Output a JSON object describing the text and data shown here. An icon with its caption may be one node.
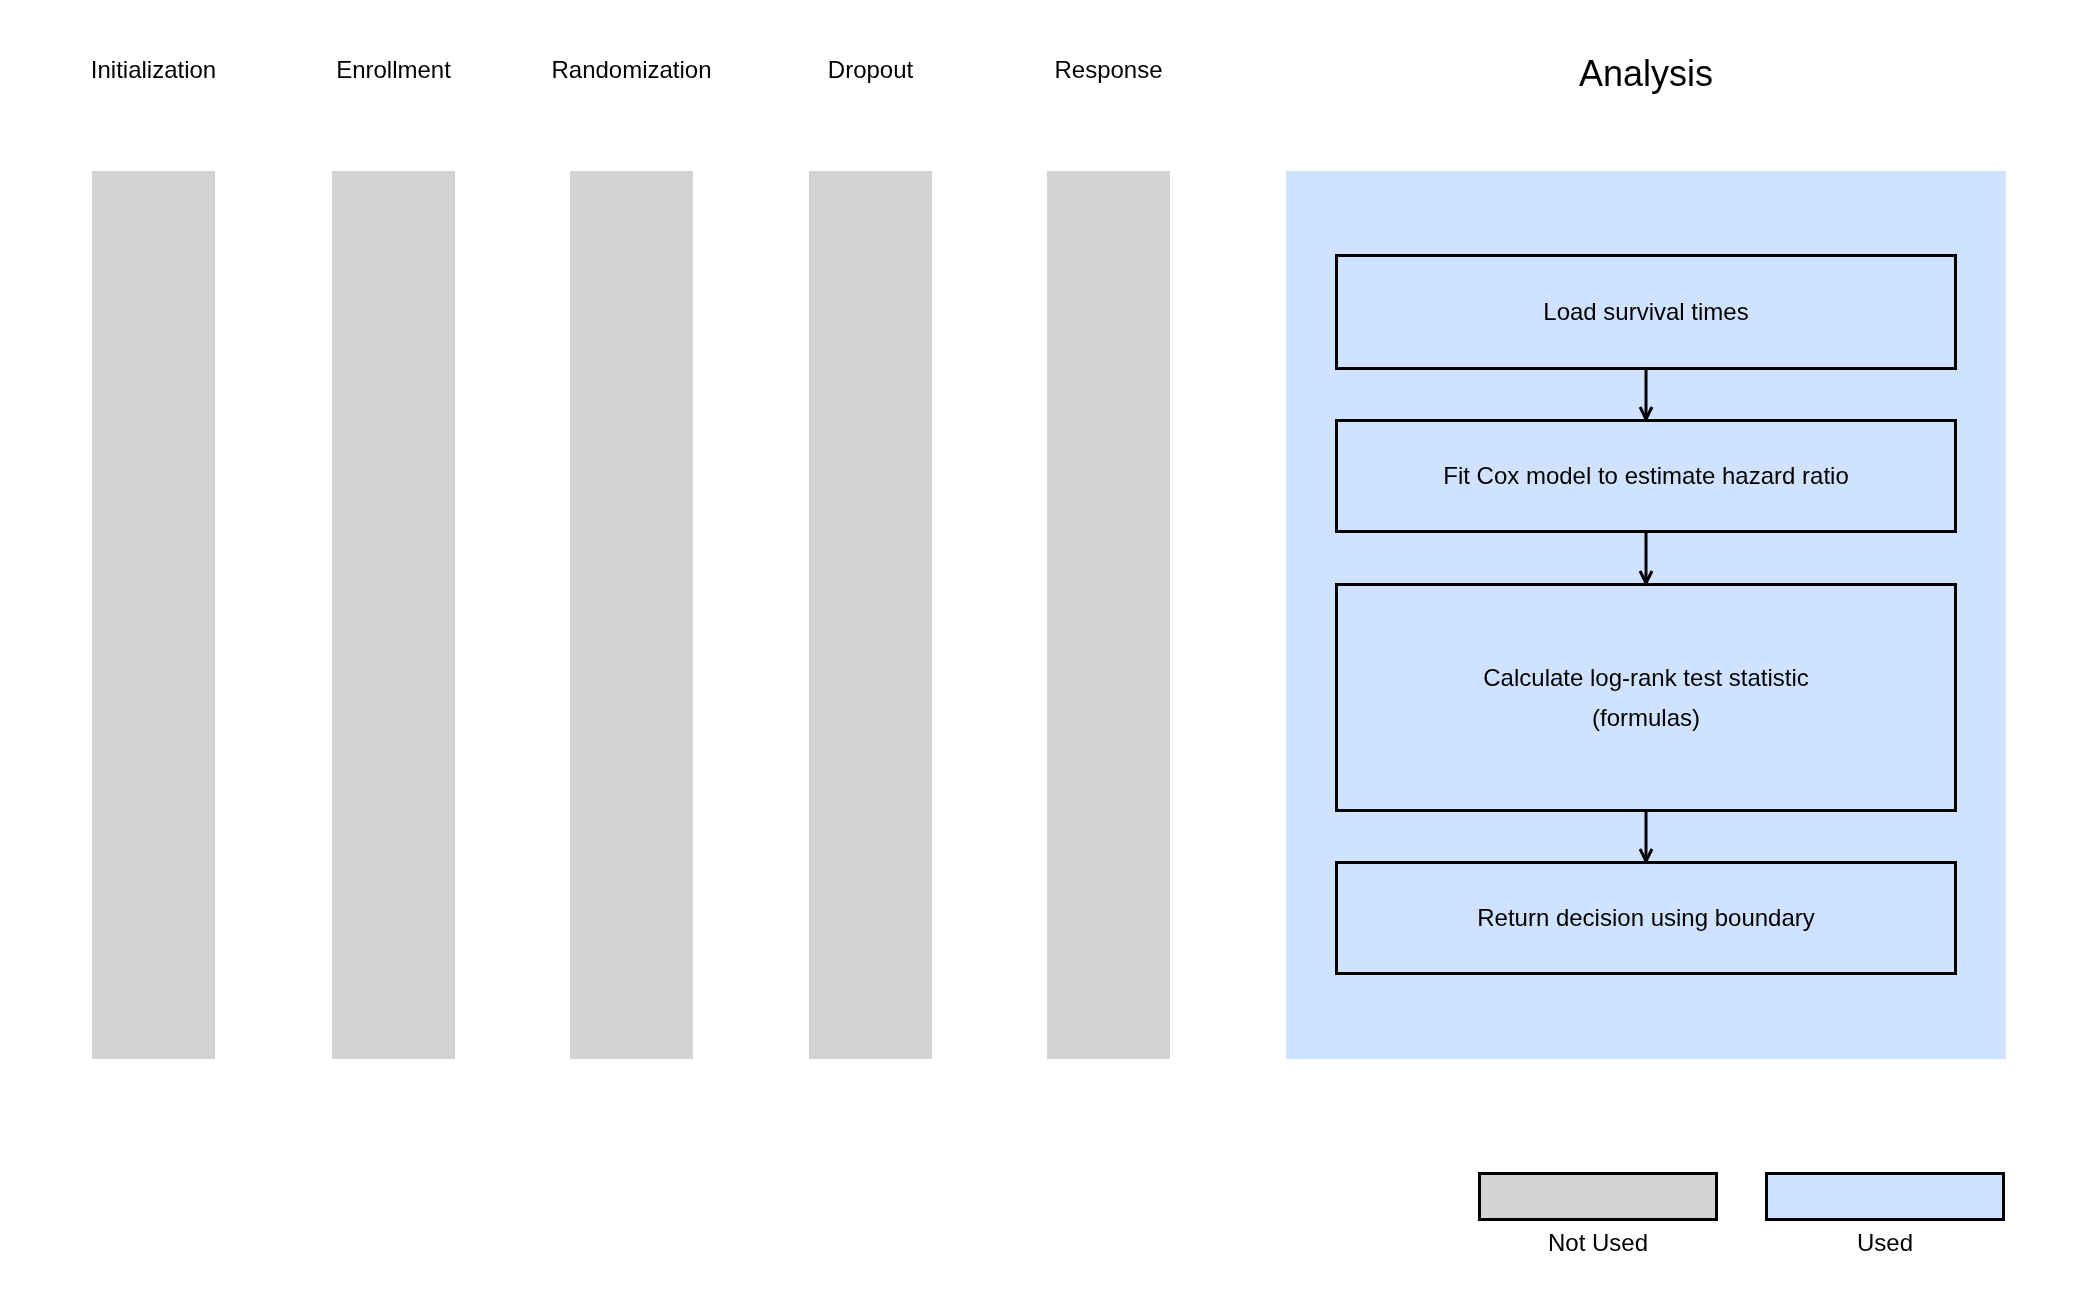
{
  "diagram": {
    "nodes": [
      {
        "text": [
          "Initialization"
        ]
      },
      {
        "text": [
          "Enrollment"
        ]
      },
      {
        "text": [
          "Randomization"
        ]
      },
      {
        "text": [
          "Dropout"
        ]
      },
      {
        "text": [
          "Response"
        ]
      },
      {
        "text": [
          "Analysis"
        ]
      },
      {
        "text": [
          "Load survival times"
        ],
        "in": 5
      },
      {
        "text": [
          "Fit Cox model to estimate hazard ratio"
        ],
        "in": 5
      },
      {
        "text": [
          "Calculate log-rank test statistic (formulas)"
        ],
        "in": 5
      },
      {
        "text": [
          "Return decision using boundary"
        ],
        "in": 5
      }
    ],
    "edges": [
      {
        "from": 6,
        "to": 7,
        "arrow": "to"
      },
      {
        "from": 7,
        "to": 8,
        "arrow": "to"
      },
      {
        "from": 8,
        "to": 9,
        "arrow": "to"
      }
    ],
    "legend": [
      {
        "text": "Not Used",
        "color": "#d3d3d3"
      },
      {
        "text": "Used",
        "color": "#cfe2ff"
      }
    ]
  }
}
